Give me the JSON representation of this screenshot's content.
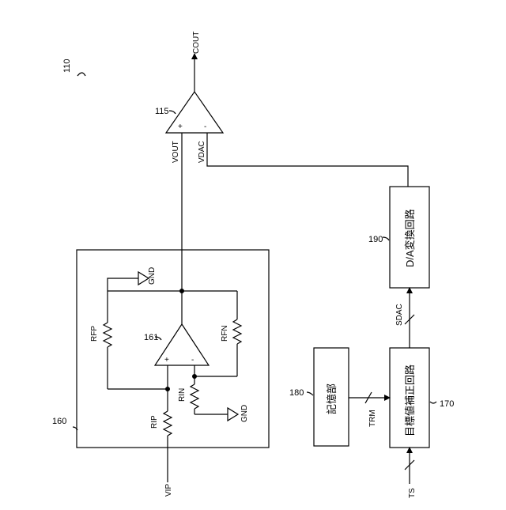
{
  "diagram": {
    "figure_ref": "110",
    "buffer": {
      "ref": "115",
      "plus": "+",
      "minus": "-"
    },
    "labels": {
      "cout": "COUT",
      "vout": "VOUT",
      "vdac": "VDAC",
      "vip": "VIP",
      "ts": "TS",
      "sdac": "SDAC",
      "trm": "TRM",
      "gnd_top": "GND",
      "gnd_bottom": "GND",
      "rfp": "RFP",
      "rfn": "RFN",
      "rip": "RIP",
      "rin": "RIN"
    },
    "amp_block": {
      "ref": "160"
    },
    "amp": {
      "ref": "161",
      "plus": "+",
      "minus": "-"
    },
    "blocks": {
      "dac": {
        "ref": "190",
        "label": "D/A変換回路"
      },
      "memory": {
        "ref": "180",
        "label": "記憶部"
      },
      "correction": {
        "ref": "170",
        "label": "目標値補正回路"
      }
    }
  }
}
